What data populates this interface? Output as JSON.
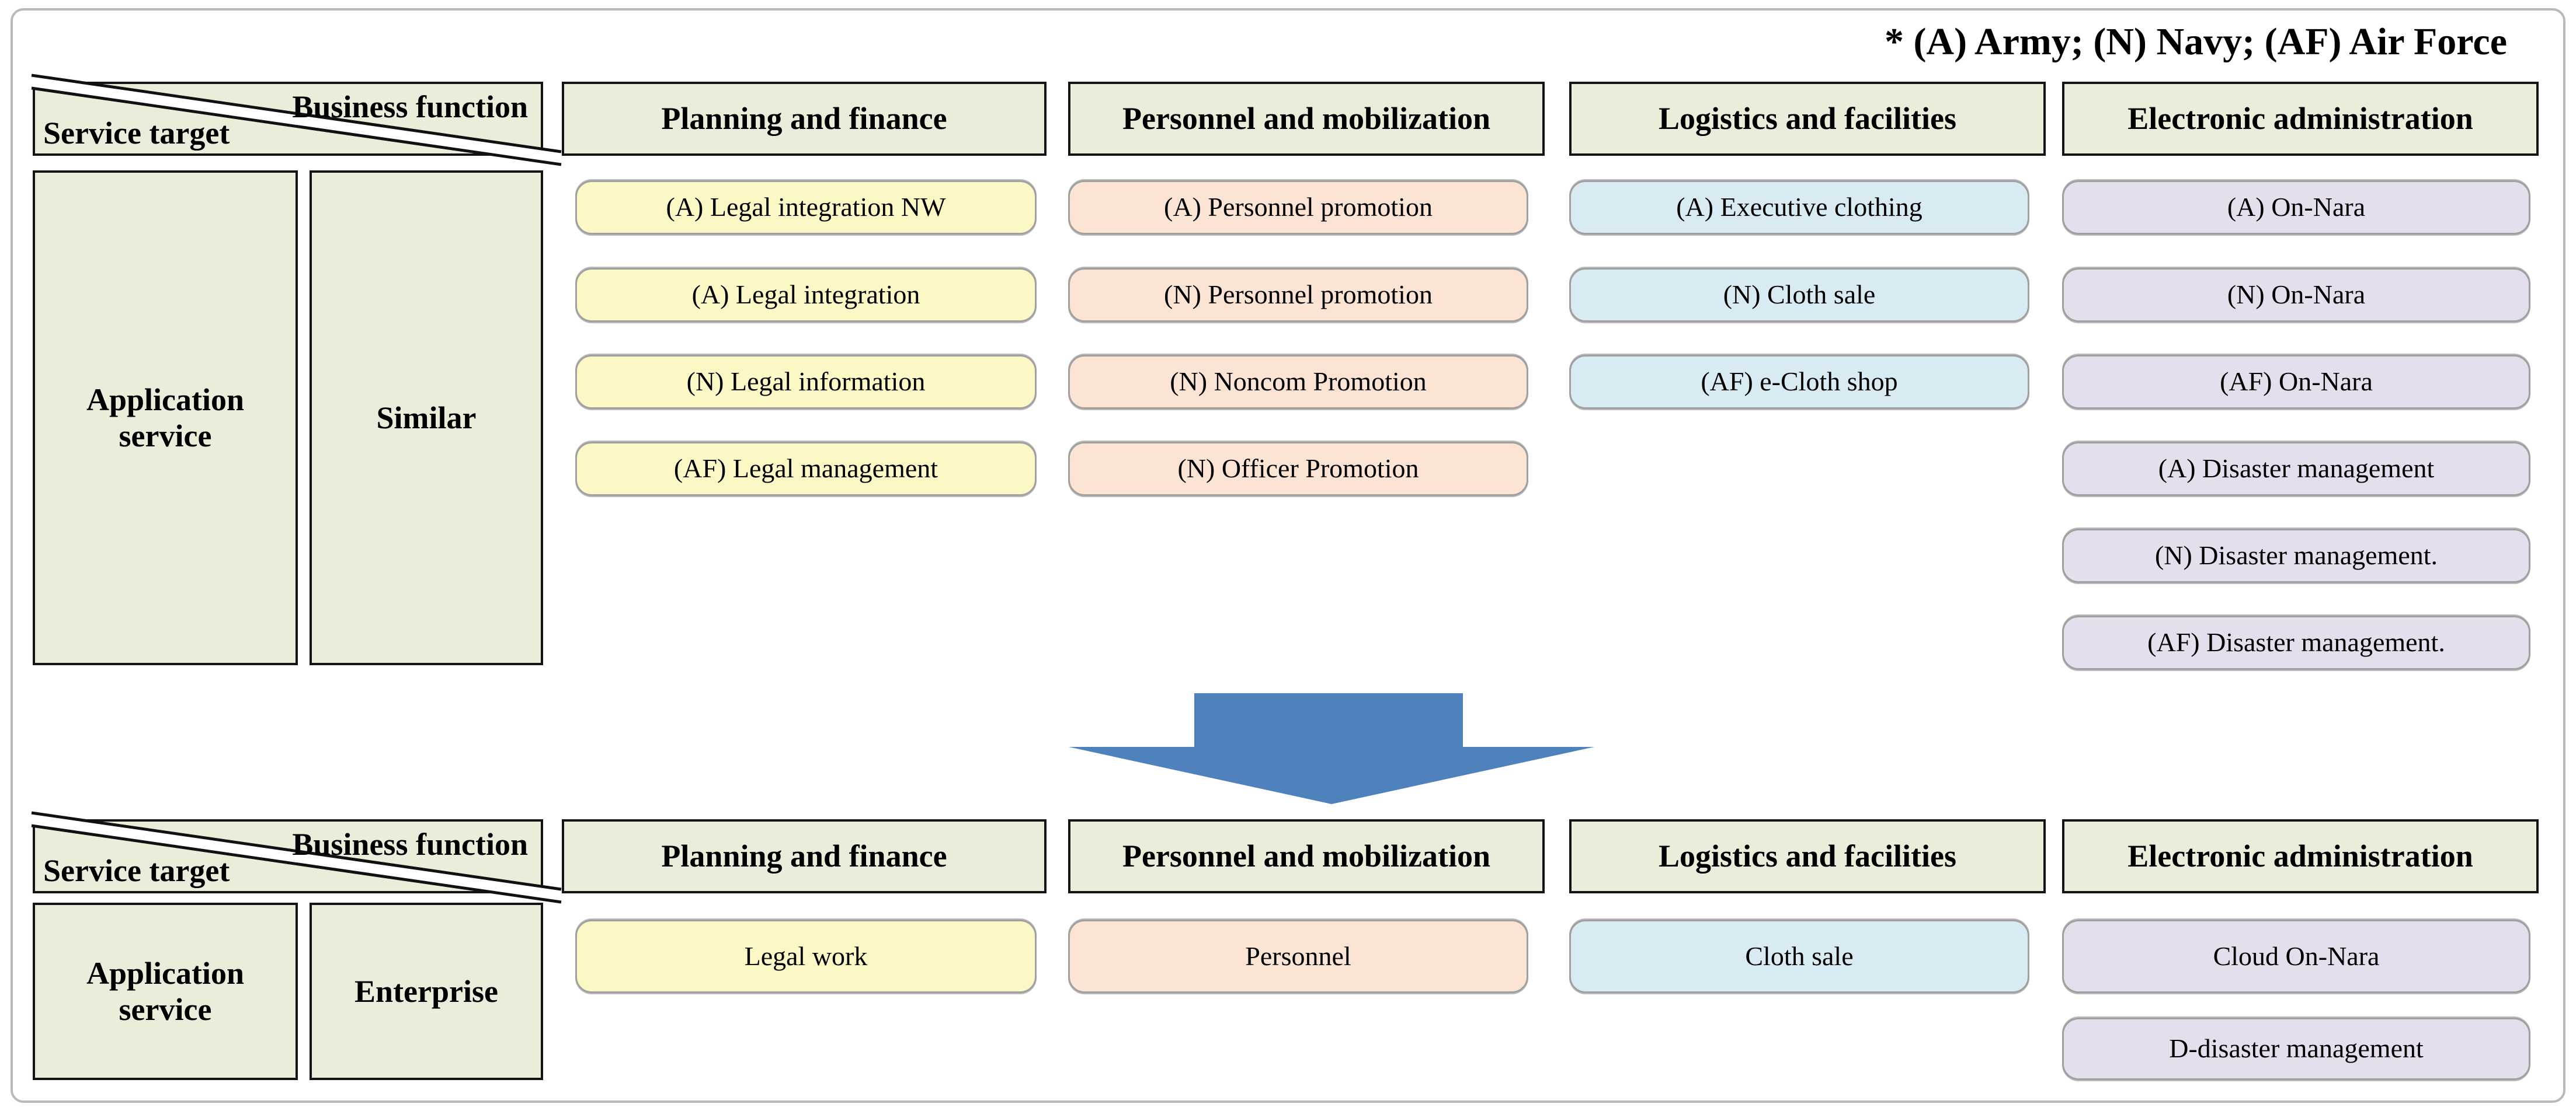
{
  "legend": "* (A) Army; (N) Navy; (AF) Air Force",
  "corner": {
    "business_function": "Business function",
    "service_target": "Service target"
  },
  "columns": [
    "Planning and finance",
    "Personnel and mobilization",
    "Logistics and facilities",
    "Electronic administration"
  ],
  "top_table": {
    "service_target_label": "Application service",
    "group_label": "Similar",
    "items": {
      "planning": [
        "(A) Legal integration NW",
        "(A) Legal integration",
        "(N) Legal information",
        "(AF) Legal management"
      ],
      "personnel": [
        "(A) Personnel promotion",
        "(N) Personnel promotion",
        "(N) Noncom Promotion",
        "(N) Officer Promotion"
      ],
      "logistics": [
        "(A) Executive clothing",
        "(N) Cloth sale",
        "(AF) e-Cloth shop"
      ],
      "electronic": [
        "(A) On-Nara",
        "(N) On-Nara",
        "(AF) On-Nara",
        "(A) Disaster management",
        "(N) Disaster management.",
        "(AF) Disaster management."
      ]
    }
  },
  "bottom_table": {
    "service_target_label": "Application service",
    "group_label": "Enterprise",
    "items": {
      "planning": [
        "Legal work"
      ],
      "personnel": [
        "Personnel"
      ],
      "logistics": [
        "Cloth sale"
      ],
      "electronic": [
        "Cloud On-Nara",
        "D-disaster management"
      ]
    }
  },
  "colors": {
    "header_green": "#e9eedb",
    "yellow": "#fbf8c5",
    "peach": "#fce4d4",
    "blue": "#d9ebf2",
    "purple": "#e5dfed",
    "arrow_blue": "#4f81bd"
  }
}
